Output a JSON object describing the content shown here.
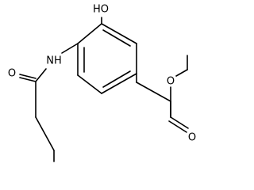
{
  "molecule": {
    "atom_labels": {
      "hydroxyl": "HO",
      "amide_nitrogen": "NH",
      "amide_oxygen": "O",
      "ester_carbonyl_oxygen": "O",
      "ester_ether_oxygen": "O"
    }
  }
}
